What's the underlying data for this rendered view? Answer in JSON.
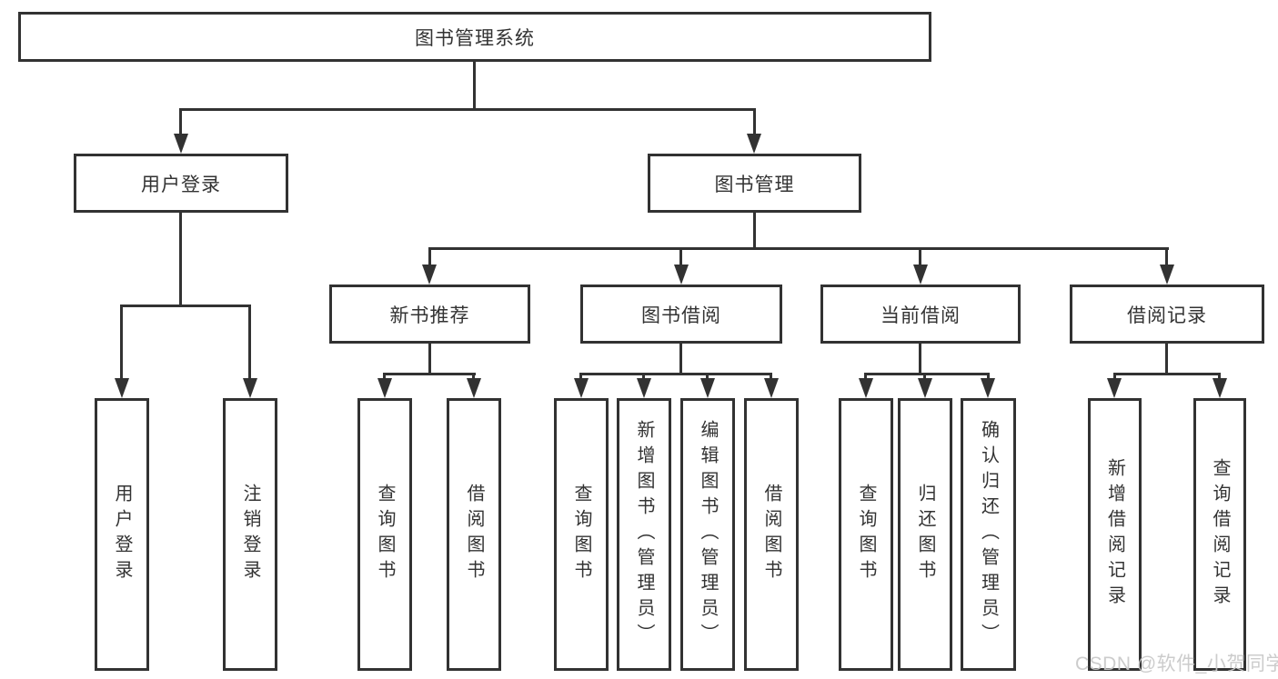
{
  "diagram": {
    "root": {
      "label": "图书管理系统"
    },
    "level2": [
      {
        "label": "用户登录"
      },
      {
        "label": "图书管理"
      }
    ],
    "level3": [
      {
        "label": "新书推荐"
      },
      {
        "label": "图书借阅"
      },
      {
        "label": "当前借阅"
      },
      {
        "label": "借阅记录"
      }
    ],
    "leaves": {
      "user_login": [
        {
          "label": "用户登录"
        },
        {
          "label": "注销登录"
        }
      ],
      "new_book": [
        {
          "label": "查询图书"
        },
        {
          "label": "借阅图书"
        }
      ],
      "book_borrow": [
        {
          "label": "查询图书"
        },
        {
          "label": "新增图书（管理员）"
        },
        {
          "label": "编辑图书（管理员）"
        },
        {
          "label": "借阅图书"
        }
      ],
      "current_borrow": [
        {
          "label": "查询图书"
        },
        {
          "label": "归还图书"
        },
        {
          "label": "确认归还（管理员）"
        }
      ],
      "borrow_records": [
        {
          "label": "新增借阅记录"
        },
        {
          "label": "查询借阅记录"
        }
      ]
    },
    "watermark": {
      "text": "CSDN @软件_小贺同学"
    },
    "colors": {
      "line": "#323232",
      "text": "#333333",
      "watermark": "#c8c8c8",
      "background": "#ffffff"
    }
  }
}
